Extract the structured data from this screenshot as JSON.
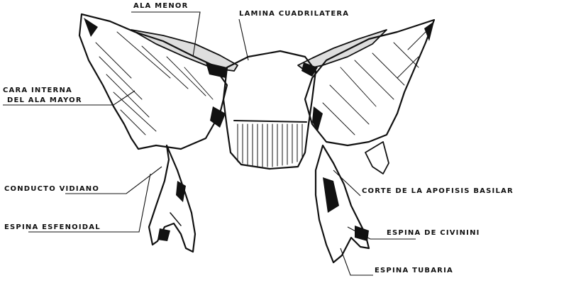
{
  "colors": {
    "ink": "#111111",
    "background": "#ffffff"
  },
  "labels": {
    "ala_menor": "ALA MENOR",
    "lamina_cuadrilatera": "LAMINA CUADRILATERA",
    "cara_interna_line1": "CARA  INTERNA",
    "cara_interna_line2": "DEL  ALA  MAYOR",
    "conducto_vidiano": "CONDUCTO  VIDIANO",
    "espina_esfenoidal": "ESPINA  ESFENOIDAL",
    "corte_apofisis_basilar": "CORTE  DE  LA  APOFISIS  BASILAR",
    "espina_civinini": "ESPINA  DE  CIVININI",
    "espina_tubaria": "ESPINA  TUBARIA"
  }
}
